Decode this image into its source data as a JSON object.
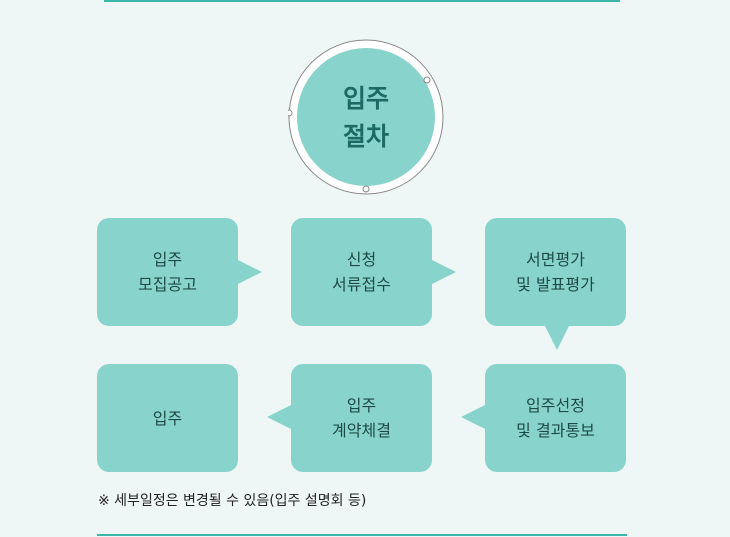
{
  "title": {
    "line1": "입주",
    "line2": "절차"
  },
  "steps": [
    {
      "line1": "입주",
      "line2": "모집공고"
    },
    {
      "line1": "신청",
      "line2": "서류접수"
    },
    {
      "line1": "서면평가",
      "line2": "및 발표평가"
    },
    {
      "line1": "입주선정",
      "line2": "및 결과통보"
    },
    {
      "line1": "입주",
      "line2": "계약체결"
    },
    {
      "line1": "입주",
      "line2": ""
    }
  ],
  "note": "※ 세부일정은 변경될 수 있음(입주 설명회 등)",
  "colors": {
    "box": "#88d4cc",
    "accent": "#3bb5a8",
    "text": "#1e4b47"
  }
}
